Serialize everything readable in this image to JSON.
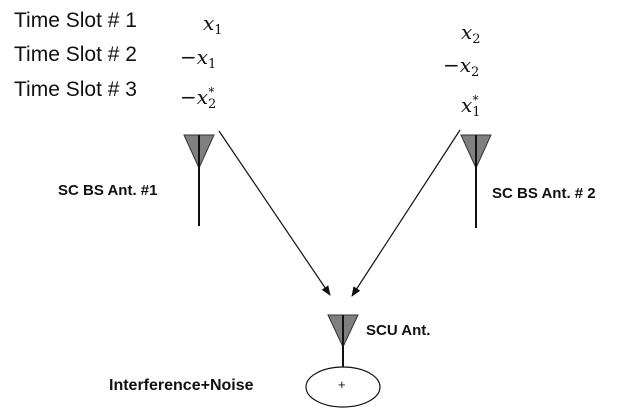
{
  "time_slots": [
    {
      "label": "Time Slot # 1",
      "ant1": {
        "sign": "",
        "var": "x",
        "sub": "1",
        "conj": false
      },
      "ant2": {
        "sign": "",
        "var": "x",
        "sub": "2",
        "conj": false
      }
    },
    {
      "label": "Time Slot # 2",
      "ant1": {
        "sign": "−",
        "var": "x",
        "sub": "1",
        "conj": false
      },
      "ant2": {
        "sign": "−",
        "var": "x",
        "sub": "2",
        "conj": false
      }
    },
    {
      "label": "Time Slot # 3",
      "ant1": {
        "sign": "−",
        "var": "x",
        "sub": "2",
        "conj": true
      },
      "ant2": {
        "sign": "",
        "var": "x",
        "sub": "1",
        "conj": true
      }
    }
  ],
  "antennas": {
    "bs1": "SC BS Ant. #1",
    "bs2": "SC BS Ant. # 2",
    "scu": "SCU Ant."
  },
  "combiner": {
    "symbol": "+",
    "input_label": "Interference+Noise"
  },
  "colors": {
    "antenna_fill": "#808080",
    "line": "#111111"
  }
}
